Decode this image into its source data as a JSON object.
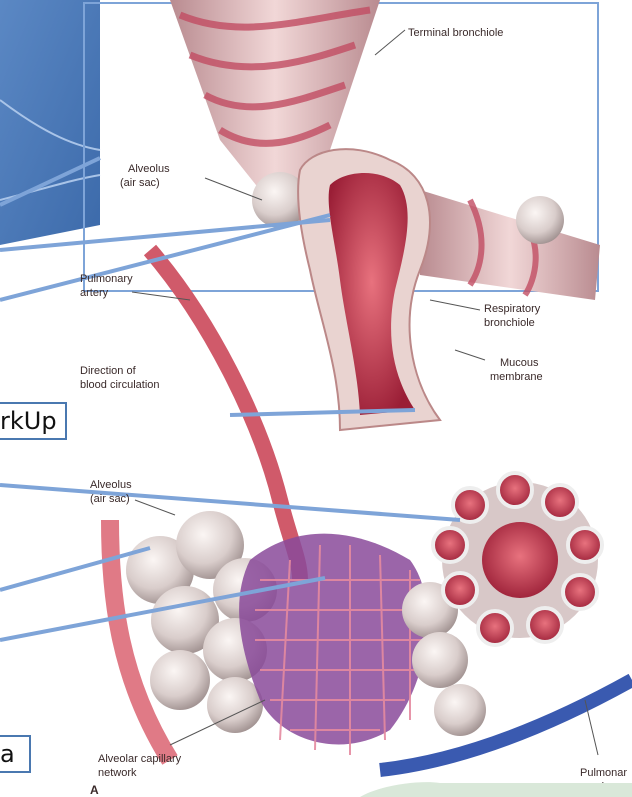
{
  "labels": {
    "terminal_bronchiole": "Terminal bronchiole",
    "alveolus_1a": "Alveolus",
    "alveolus_1b": "(air sac)",
    "pulmonary_artery_a": "Pulmonary",
    "pulmonary_artery_b": "artery",
    "respiratory_bronchiole_a": "Respiratory",
    "respiratory_bronchiole_b": "bronchiole",
    "direction_a": "Direction of",
    "direction_b": "blood circulation",
    "mucous_a": "Mucous",
    "mucous_b": "membrane",
    "alveolus_2a": "Alveolus",
    "alveolus_2b": "(air sac)",
    "capillary_a": "Alveolar capillary",
    "capillary_b": "network",
    "pulmonary_vein_a": "Pulmonar",
    "pulmonary_vein_b": "vein",
    "panel_letter": "A"
  },
  "slide_labels": {
    "label_1": "rkUp",
    "label_2": "a"
  },
  "colors": {
    "slide_bg": "#4a7ab8",
    "line": "#7ea4d8",
    "box_border": "#4a78b0",
    "artery": "#d05a6a",
    "vein": "#3a5ab0"
  }
}
